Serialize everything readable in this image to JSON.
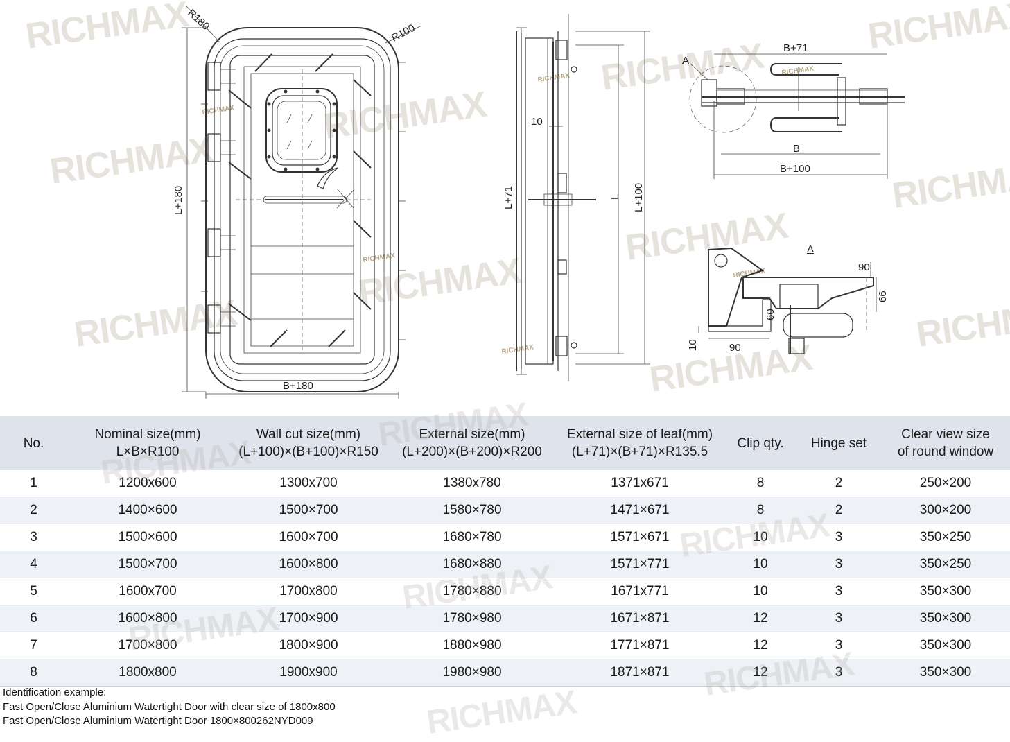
{
  "drawing": {
    "front_view": {
      "dims": {
        "r_top_left": "R180",
        "r_top_right": "R100",
        "height": "L+180",
        "width": "B+180"
      }
    },
    "side_view": {
      "dims": {
        "gap": "10",
        "leaf_height": "L+71",
        "clear": "L",
        "cut": "L+100"
      }
    },
    "top_section": {
      "dims": {
        "detail_mark": "A",
        "leaf_width": "B+71",
        "clear_width": "B",
        "cut_width": "B+100"
      }
    },
    "detail_a": {
      "dims": {
        "title": "A",
        "d90_top": "90",
        "d66": "66",
        "d60": "60",
        "d10": "10",
        "d90_bottom": "90"
      }
    },
    "watermark": {
      "large": "RICHMAX",
      "small": "RICHMAX"
    }
  },
  "table": {
    "headers": [
      [
        "No."
      ],
      [
        "Nominal size(mm)",
        "L×B×R100"
      ],
      [
        "Wall cut size(mm)",
        "(L+100)×(B+100)×R150"
      ],
      [
        "External size(mm)",
        "(L+200)×(B+200)×R200"
      ],
      [
        "External size of leaf(mm)",
        "(L+71)×(B+71)×R135.5"
      ],
      [
        "Clip qty."
      ],
      [
        "Hinge set"
      ],
      [
        "Clear view size",
        "of round window"
      ]
    ],
    "rows": [
      [
        "1",
        "1200x600",
        "1300x700",
        "1380x780",
        "1371x671",
        "8",
        "2",
        "250×200"
      ],
      [
        "2",
        "1400×600",
        "1500×700",
        "1580×780",
        "1471×671",
        "8",
        "2",
        "300×200"
      ],
      [
        "3",
        "1500×600",
        "1600×700",
        "1680×780",
        "1571×671",
        "10",
        "3",
        "350×250"
      ],
      [
        "4",
        "1500×700",
        "1600×800",
        "1680×880",
        "1571×771",
        "10",
        "3",
        "350×250"
      ],
      [
        "5",
        "1600x700",
        "1700x800",
        "1780×880",
        "1671x771",
        "10",
        "3",
        "350×300"
      ],
      [
        "6",
        "1600×800",
        "1700×900",
        "1780×980",
        "1671×871",
        "12",
        "3",
        "350×300"
      ],
      [
        "7",
        "1700×800",
        "1800×900",
        "1880×980",
        "1771×871",
        "12",
        "3",
        "350×300"
      ],
      [
        "8",
        "1800x800",
        "1900x900",
        "1980×980",
        "1871×871",
        "12",
        "3",
        "350×300"
      ]
    ]
  },
  "notes": {
    "line1": "Identification example:",
    "line2": "Fast Open/Close Aluminium Watertight Door with clear size of 1800x800",
    "line3": "Fast Open/Close Aluminium Watertight Door 1800×800262NYD009"
  }
}
